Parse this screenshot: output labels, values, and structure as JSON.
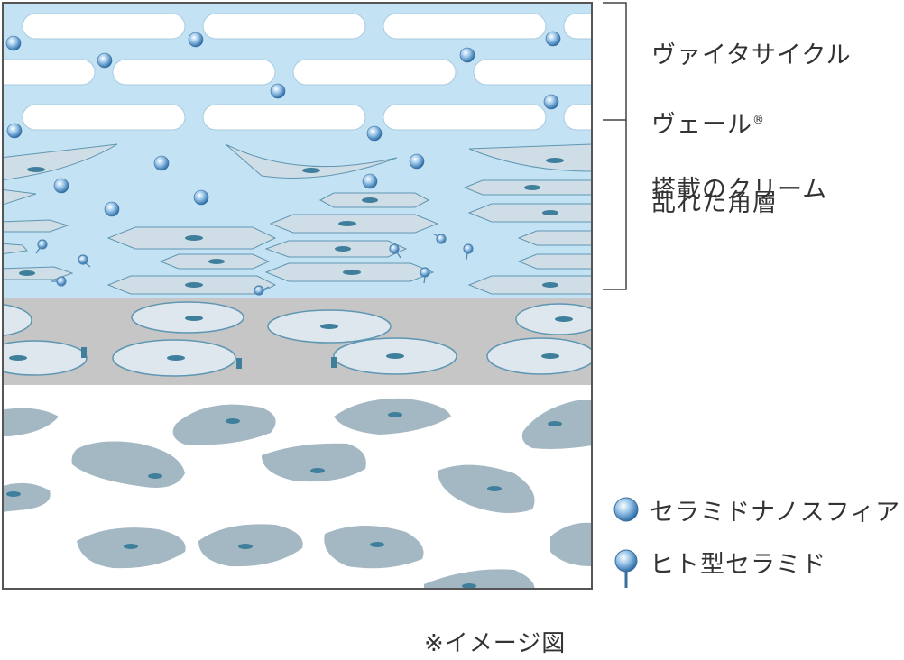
{
  "labels": {
    "veil_line1": "ヴァイタサイクル",
    "veil_line2": "ヴェール",
    "veil_reg": "®",
    "veil_line3": "搭載のクリーム",
    "stratum": "乱れた角層",
    "caption": "※イメージ図"
  },
  "legend": [
    {
      "icon": "nanosphere-icon",
      "label": "セラミドナノスフィア"
    },
    {
      "icon": "human-ceramide-icon",
      "label": "ヒト型セラミド"
    }
  ],
  "colors": {
    "cream_bg": "#c3e3f4",
    "cream_capsule": "#ffffff",
    "sphere": "#6aa6d6",
    "flake": "#cfdde6",
    "flake_stroke": "#5f96b2",
    "nucleus": "#3f7f9c",
    "gray_layer": "#c6c6c6",
    "cell": "#a4b8c3"
  }
}
